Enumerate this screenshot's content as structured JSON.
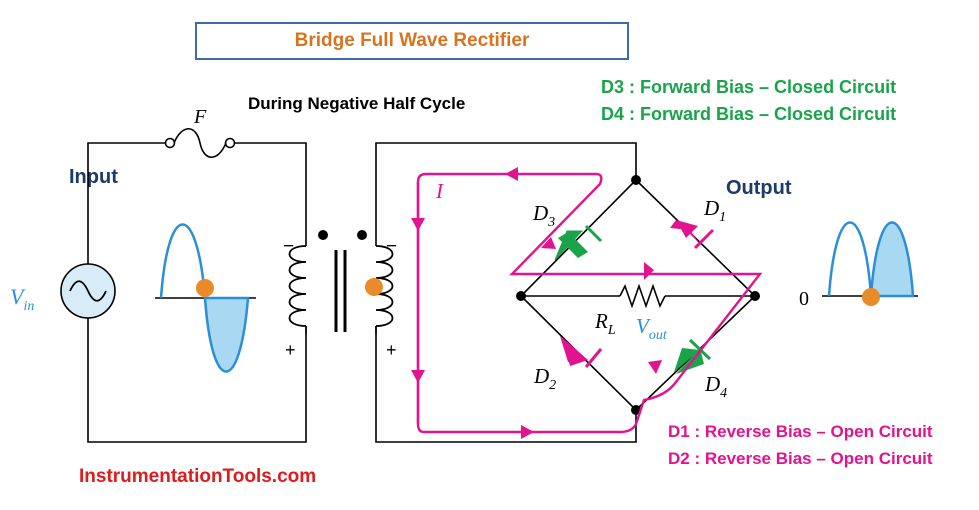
{
  "title": "Bridge Full Wave Rectifier",
  "subtitle": "During Negative Half Cycle",
  "input_label": "Input",
  "output_label": "Output",
  "forward_bias": [
    "D3 : Forward Bias – Closed Circuit",
    "D4 : Forward Bias – Closed Circuit"
  ],
  "reverse_bias": [
    "D1 : Reverse  Bias – Open Circuit",
    "D2 : Reverse  Bias – Open Circuit"
  ],
  "brand": "InstrumentationTools.com",
  "symbols": {
    "fuse": "F",
    "source_main": "V",
    "source_sub": "in",
    "current": "I",
    "d1": "D",
    "d1_sub": "1",
    "d2": "D",
    "d2_sub": "2",
    "d3": "D",
    "d3_sub": "3",
    "d4": "D",
    "d4_sub": "4",
    "load": "R",
    "load_sub": "L",
    "vout": "V",
    "vout_sub": "out",
    "zero": "0",
    "minus": "−",
    "plus": "+"
  },
  "colors": {
    "title_text": "#d8741f",
    "title_border": "#3f6aa8",
    "forward": "#19a44a",
    "reverse": "#e2138f",
    "brand": "#e01b1b",
    "current_path": "#e2138f",
    "wave_fill": "#a9d8f2",
    "wave_stroke": "#2a8fd6",
    "marker": "#e98a2b"
  }
}
